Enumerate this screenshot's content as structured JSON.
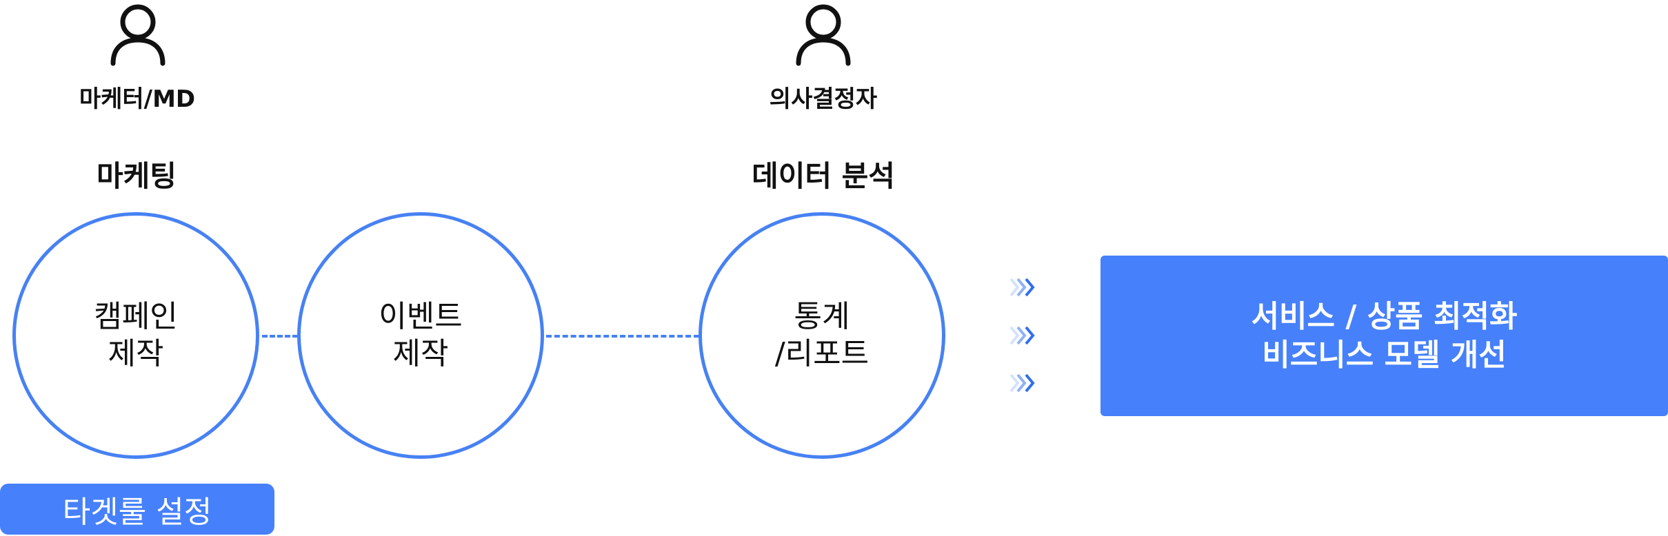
{
  "roles": {
    "marketer": "마케터/MD",
    "decision_maker": "의사결정자"
  },
  "groups": {
    "marketing": "마케팅",
    "data_analysis": "데이터 분석"
  },
  "circles": {
    "campaign": [
      "캠페인",
      "제작"
    ],
    "event": [
      "이벤트",
      "제작"
    ],
    "stats": [
      "통계",
      "/리포트"
    ]
  },
  "result": {
    "line1": "서비스 / 상품 최적화",
    "line2": "비즈니스 모델 개선"
  },
  "tag": {
    "label": "타겟룰 설정"
  },
  "colors": {
    "accent": "#4781f3",
    "box_fill": "#4680fb",
    "text": "#111111"
  },
  "icons": [
    "person-icon",
    "chevron-double-right-icon"
  ]
}
